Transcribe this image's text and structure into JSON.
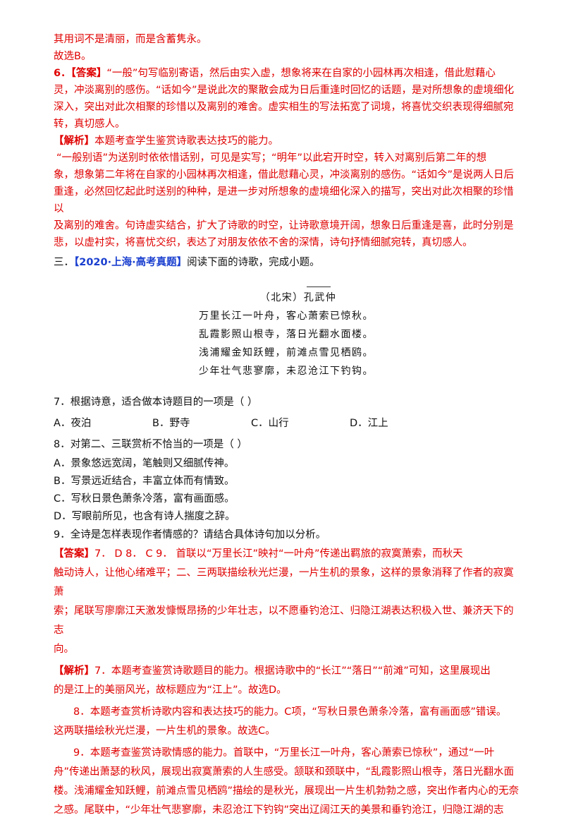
{
  "top": {
    "l1": "其用词不是清丽，而是含蓄隽永。",
    "l2": "故选B。"
  },
  "q6": {
    "label": "6．【答案】",
    "answer_lines": [
      "“一般”句写临别寄语，然后由实入虚，想象将来在自家的小园林再次相逢，借此慰藉心",
      "灵，冲淡离别的感伤。“话如今”是说此次的聚散会成为日后重逢时回忆的话题，是对所想象的虚境细化",
      "深入，突出对此次相聚的珍惜以及离别的难舍。虚实相生的写法拓宽了词境，将喜忧交织表现得细腻宛",
      "转，真切感人。"
    ],
    "jiexi_label": "【解析】",
    "jiexi_first": "本题考查学生鉴赏诗歌表达技巧的能力。",
    "jiexi_lines": [
      "“一般别语”为送别时依依惜话别，可见是实写；“明年”以此宕开时空，转入对离别后第二年的想",
      "象，想象第二年将在自家的小园林再次相逢，借此慰藉心灵，冲淡离别的感伤。“话如今”是说两人日后",
      "重逢，必然回忆起此时送别的种种，是进一步对所想象的虚境细化深入的描写，突出对此次相聚的珍惜以",
      "及离别的难舍。句诗虚实结合，扩大了诗歌的时空，让诗歌意境开阔，想象日后重逢是喜，此时分别是",
      "悲，以虚衬实，将喜忧交织，表达了对朋友依依不舍的深情，诗句抒情细腻宛转，真切感人。"
    ]
  },
  "section3": {
    "prefix": "三．",
    "tag": "【2020·上海·高考真题】",
    "text": "阅读下面的诗歌，完成小题。"
  },
  "poem": {
    "author": "（北宋）孔武仲",
    "lines": [
      "万里长江一叶舟，客心萧索已惊秋。",
      "乱霞影照山根寺，落日光翻水面楼。",
      "浅浦耀金知跃鲤，前滩点雪见栖鸥。",
      "少年壮气悲寥廓，未忍沧江下钓钩。"
    ]
  },
  "q7": {
    "stem": "7．根据诗意，适合做本诗题目的一项是（    ）",
    "options": [
      "A．夜泊",
      "B．野寺",
      "C．山行",
      "D．江上"
    ]
  },
  "q8": {
    "stem": "8．对第二、三联赏析不恰当的一项是（    ）",
    "options": [
      "A．景象悠远宽阔，笔触则又细腻传神。",
      "B．写景远近结合，丰富立体而有情致。",
      "C．写秋日景色萧条冷落，富有画面感。",
      "D．写眼前所见，也含有诗人揣度之辞。"
    ]
  },
  "q9": {
    "stem": "9．全诗是怎样表现作者情感的？请结合具体诗句加以分析。"
  },
  "answer": {
    "label": "【答案】",
    "lines": [
      "7．  D    8．  C        9． 首联以“万里长江”映衬“一叶舟”传递出羁旅的寂寞萧索，而秋天",
      "触动诗人，让他心绪难平；二、三两联描绘秋光烂漫，一片生机的景象，这样的景象消释了作者的寂寞萧",
      "索；尾联写廖廓江天激发慷慨昂扬的少年壮志，以不愿垂钓沧江、归隐江湖表达积极入世、兼济天下的志",
      "向。"
    ]
  },
  "analysis": {
    "label": "【解析】",
    "p7_first": "7．本题考查鉴赏诗歌题目的能力。根据诗歌中的“长江”“落日”“前滩”可知，这里展现出",
    "p7_second": "的是江上的美丽风光，故标题应为“江上”。故选D。",
    "p8_first": "8．本题考查赏析诗歌内容和表达技巧的能力。C项，“写秋日景色萧条冷落，富有画面感”错误。",
    "p8_second": "这两联描绘秋光烂漫，一片生机的景象。故选C。",
    "p9_lines": [
      "9．本题考查鉴赏诗歌情感的能力。首联中，“万里长江一叶舟，客心萧索已惊秋”，通过“一叶",
      "舟”传递出萧瑟的秋风，展现出寂寞萧索的人生感受。颔联和颈联中，“乱霞影照山根寺，落日光翻水面",
      "楼。浅浦耀金知跃鲤，前滩点雪见栖鸥”描绘的是秋光，展现出一片生机勃勃之感，突出作者内心的无奈",
      "之感。尾联中，“少年壮气悲寥廓，未忍沧江下钓钩”突出辽阔江天的美景和垂钓沧江，归隐江湖的志"
    ]
  }
}
